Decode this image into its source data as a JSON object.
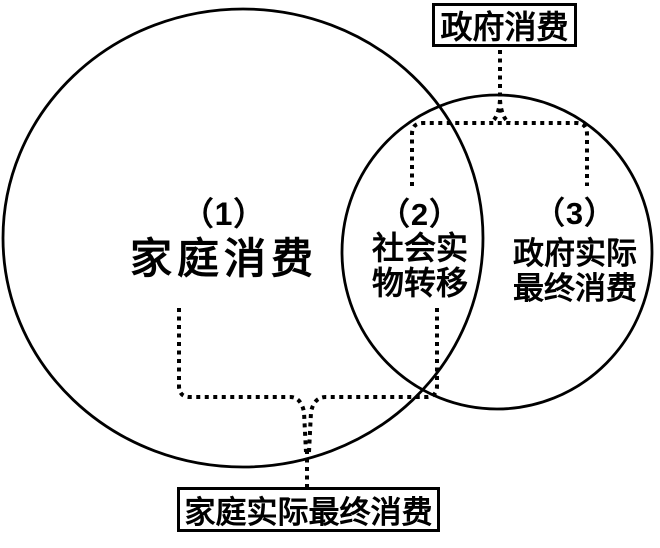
{
  "diagram": {
    "top_box_label": "政府消费",
    "bottom_box_label": "家庭实际最终消费",
    "regions": [
      {
        "number": "（1）",
        "lines": [
          "家庭消费"
        ]
      },
      {
        "number": "（2）",
        "lines": [
          "社会实",
          "物转移"
        ]
      },
      {
        "number": "（3）",
        "lines": [
          "政府实际",
          "最终消费"
        ]
      }
    ]
  },
  "colors": {
    "line": "#000000",
    "background": "#ffffff"
  }
}
